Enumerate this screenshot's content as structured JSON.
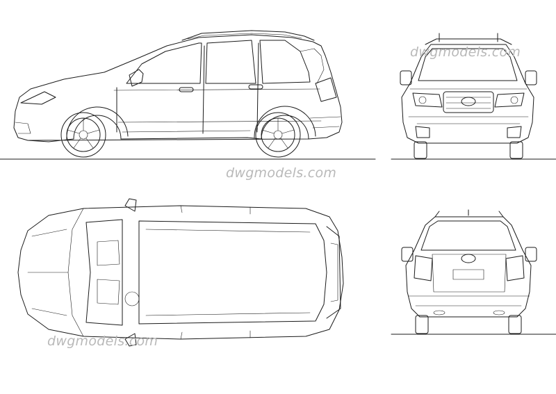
{
  "watermarks": {
    "top_right": "dwgmodels.com",
    "center": "dwgmodels.com",
    "bottom_left": "dwgmodels.com"
  },
  "colors": {
    "line": "#1a1a1a",
    "watermark": "#b9b9b9",
    "background": "#ffffff"
  }
}
